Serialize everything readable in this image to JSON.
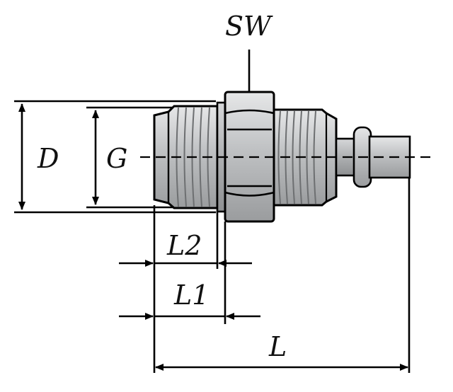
{
  "drawing": {
    "labels": {
      "wrench_size": "SW",
      "outer_diameter": "D",
      "thread": "G",
      "thread_length": "L2",
      "length_to_hex": "L1",
      "overall_length": "L"
    }
  }
}
